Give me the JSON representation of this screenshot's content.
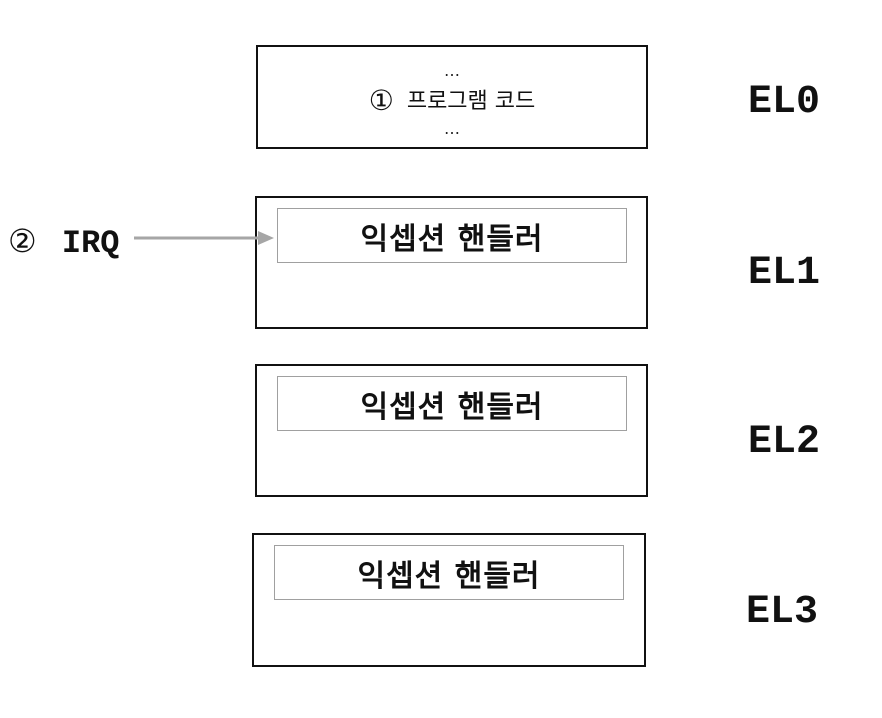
{
  "levels": [
    {
      "label": "EL0"
    },
    {
      "label": "EL1",
      "handler": "익셉션 핸들러"
    },
    {
      "label": "EL2",
      "handler": "익셉션 핸들러"
    },
    {
      "label": "EL3",
      "handler": "익셉션 핸들러"
    }
  ],
  "el0_box": {
    "step_marker": "①",
    "program_label": "프로그램 코드",
    "dots_top": "…",
    "dots_bottom": "…"
  },
  "irq": {
    "step_marker": "②",
    "label": "IRQ"
  },
  "colors": {
    "arrow": "#a6a6a6",
    "inner_border": "#a0a0a0",
    "box_border": "#111111"
  }
}
